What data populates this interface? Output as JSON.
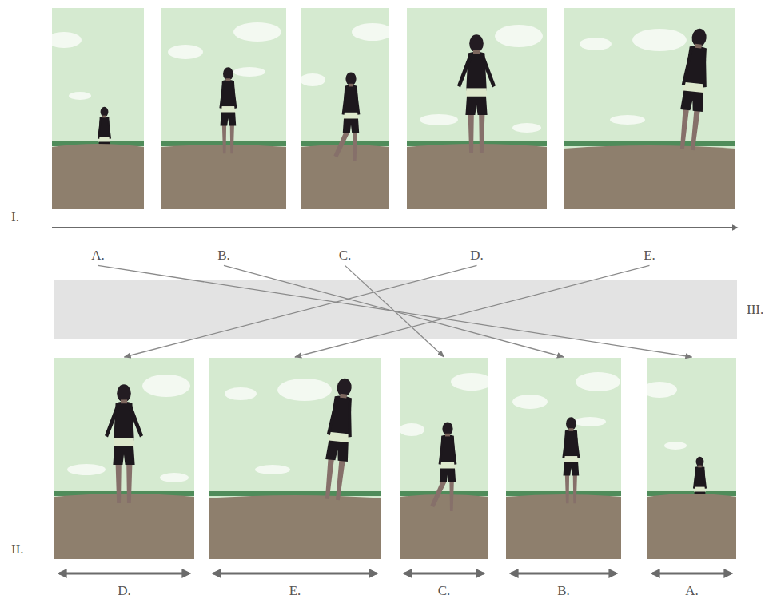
{
  "diagram": {
    "nodes": [
      {
        "text": [
          "A."
        ]
      },
      {
        "text": [
          "B."
        ]
      },
      {
        "text": [
          "C."
        ]
      },
      {
        "text": [
          "D."
        ]
      },
      {
        "text": [
          "E."
        ]
      },
      {
        "text": [
          "D."
        ]
      },
      {
        "text": [
          "E."
        ]
      },
      {
        "text": [
          "C."
        ]
      },
      {
        "text": [
          "B."
        ]
      },
      {
        "text": [
          "A."
        ]
      }
    ],
    "edges": [
      {
        "from": 0,
        "to": 9,
        "arrow": "to"
      },
      {
        "from": 1,
        "to": 8,
        "arrow": "to"
      },
      {
        "from": 2,
        "to": 7,
        "arrow": "to"
      },
      {
        "from": 3,
        "to": 5,
        "arrow": "to"
      },
      {
        "from": 4,
        "to": 6,
        "arrow": "to"
      }
    ],
    "labels": [
      "I.",
      "II.",
      "III."
    ]
  }
}
